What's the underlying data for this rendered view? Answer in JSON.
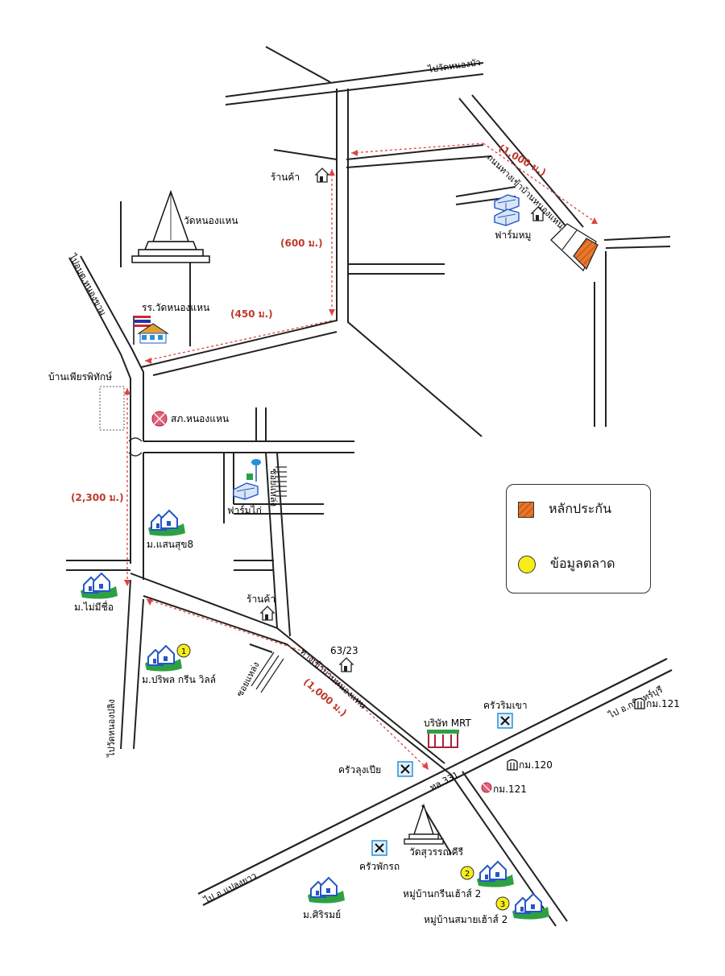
{
  "directions": {
    "nong_bua": "ไปวัดหนองบัว",
    "nong_kham": "ไปอบต.หนองขาม",
    "nong_pla_lai": "ไปวัดหนองปลิง",
    "kabin_buri": "ไป อ.กบินทร์บุรี",
    "plaeng_yao": "ไป อ.แปลงยาว"
  },
  "road_names": {
    "nong_han_road_upper": "ถนนทางเข้าบ้านหนองแหน",
    "nong_han_road_lower": "ทางเข้าบ้านหนองแหน",
    "highway": "ทล.331",
    "soi_1": "ซอยแหล่ง",
    "soi_2": "ซอยแหล่ง"
  },
  "distances": {
    "d1000_top": "(1,000 ม.)",
    "d600": "(600 ม.)",
    "d450": "(450 ม.)",
    "d2300": "(2,300 ม.)",
    "d1000_bottom": "(1,000 ม.)"
  },
  "places": {
    "wat_nong_han": "วัดหนองแหน",
    "school": "รร.วัดหนองแหน",
    "shop_top": "ร้านค้า",
    "pig_farm": "ฟาร์มหมู",
    "ban_phiang": "บ้านเพียรพิทักษ์",
    "police": "สภ.หนองแหน",
    "chicken_farm": "ฟาร์มไก่",
    "saensuk": "ม.แสนสุข8",
    "mai_mi_chue": "ม.ไม่มีชื่อ",
    "shop_mid": "ร้านค้า",
    "pariphon": "ม.ปริพล กรีน วิลล์",
    "house_6323": "63/23",
    "mrt": "บริษัท MRT",
    "khrua_rim_khao": "ครัวริมเขา",
    "km121_top": "กม.121",
    "km120": "กม.120",
    "km121_bottom": "กม.121",
    "khrua_lung_pia": "ครัวลุงเปีย",
    "wat_suwan": "วัดสุวรรณคีรี",
    "khrua_phak_rot": "ครัวพักรถ",
    "green_house2": "หมู่บ้านกรีนเฮ้าส์ 2",
    "samai_house2": "หมู่บ้านสมายเฮ้าส์ 2",
    "siri_rom": "ม.ศิริรมย์"
  },
  "markers": {
    "m1": "1",
    "m2": "2",
    "m3": "3"
  },
  "legend": {
    "collateral": "หลักประกัน",
    "market_data": "ข้อมูลตลาด"
  },
  "colors": {
    "distance": "#d44444",
    "collateral": "#e8762b",
    "market_marker": "#f6ee1a",
    "village_green": "#2ea043",
    "house_blue": "#2456c9"
  }
}
